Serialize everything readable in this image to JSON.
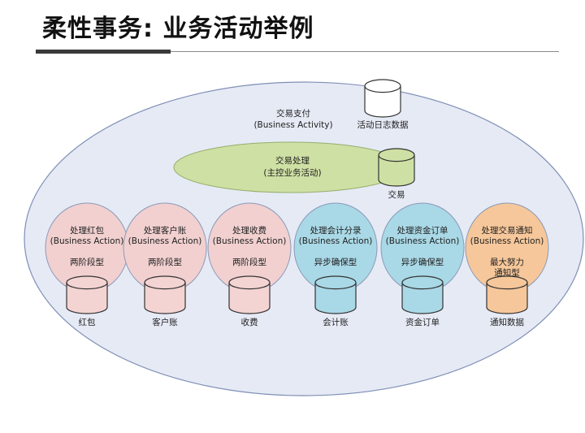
{
  "title": "柔性事务: 业务活动举例",
  "activity": {
    "name": "交易支付",
    "subtitle": "(Business Activity)"
  },
  "activity_log": "活动日志数据",
  "main_process": {
    "name": "交易处理",
    "subtitle": "(主控业务活动)",
    "store": "交易"
  },
  "actions": [
    {
      "name": "处理红包",
      "subtitle": "(Business Action)",
      "mode": [
        "两阶段型"
      ],
      "store": "红包",
      "fill": "#f2d0d0",
      "db_fill": "#f4d3d3"
    },
    {
      "name": "处理客户账",
      "subtitle": "(Business Action)",
      "mode": [
        "两阶段型"
      ],
      "store": "客户账",
      "fill": "#f2d0d0",
      "db_fill": "#f4d3d3"
    },
    {
      "name": "处理收费",
      "subtitle": "(Business Action)",
      "mode": [
        "两阶段型"
      ],
      "store": "收费",
      "fill": "#f2d0d0",
      "db_fill": "#f4d3d3"
    },
    {
      "name": "处理会计分录",
      "subtitle": "(Business Action)",
      "mode": [
        "异步确保型"
      ],
      "store": "会计账",
      "fill": "#a9d8e6",
      "db_fill": "#a9d8e6"
    },
    {
      "name": "处理资金订单",
      "subtitle": "(Business Action)",
      "mode": [
        "异步确保型"
      ],
      "store": "资金订单",
      "fill": "#a9d8e6",
      "db_fill": "#a9d8e6"
    },
    {
      "name": "处理交易通知",
      "subtitle": "(Business Action)",
      "mode": [
        "最大努力",
        "通知型"
      ],
      "store": "通知数据",
      "fill": "#f6c79a",
      "db_fill": "#f6c79a"
    }
  ]
}
